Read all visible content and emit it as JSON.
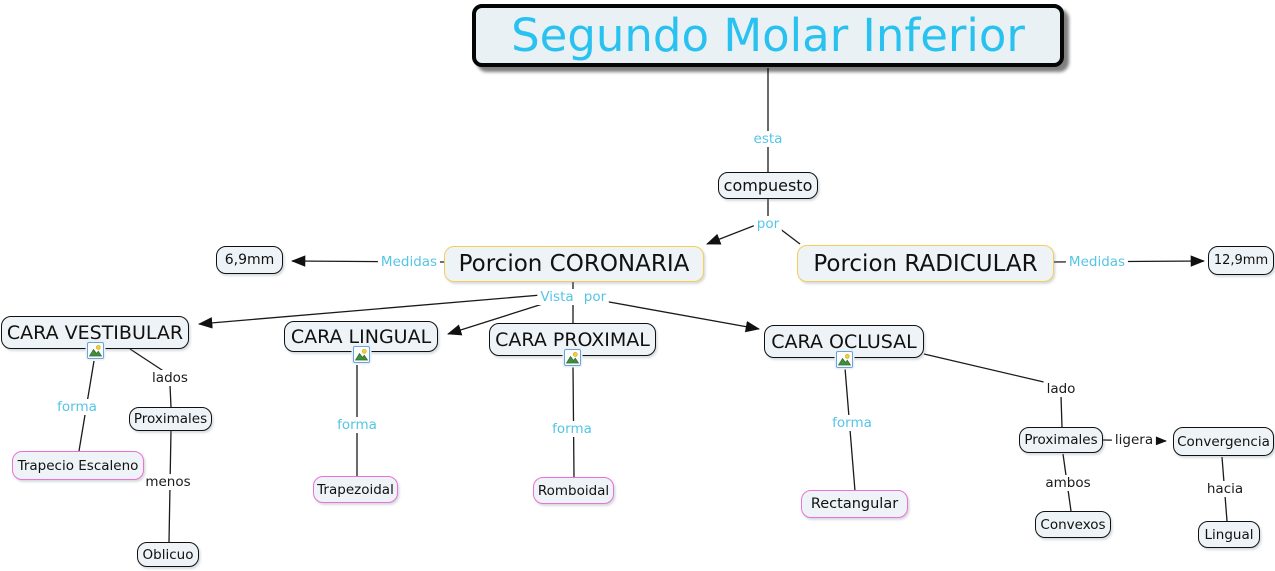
{
  "diagram": {
    "title": "Segundo Molar Inferior",
    "nodes": {
      "compuesto": "compuesto",
      "porcion_coronaria": "Porcion CORONARIA",
      "porcion_radicular": "Porcion RADICULAR",
      "medida_coronaria": "6,9mm",
      "medida_radicular": "12,9mm",
      "cara_vestibular": "CARA VESTIBULAR",
      "cara_lingual": "CARA LINGUAL",
      "cara_proximal": "CARA PROXIMAL",
      "cara_oclusal": "CARA OCLUSAL",
      "trapecio_escaleno": "Trapecio Escaleno",
      "proximales_lados": "Proximales",
      "oblicuo": "Oblicuo",
      "trapezoidal": "Trapezoidal",
      "romboidal": "Romboidal",
      "rectangular": "Rectangular",
      "proximales_lado": "Proximales",
      "convergencia": "Convergencia",
      "convexos": "Convexos",
      "lingual": "Lingual"
    },
    "linking_phrases": {
      "esta": "esta",
      "por": "por",
      "medidas_coronaria": "Medidas",
      "medidas_radicular": "Medidas",
      "vista": "Vista",
      "vista_por": "por",
      "forma_vestibular": "forma",
      "lados": "lados",
      "menos": "menos",
      "forma_lingual": "forma",
      "forma_proximal": "forma",
      "forma_oclusal": "forma",
      "lado": "lado",
      "ligera": "ligera",
      "ambos": "ambos",
      "hacia": "hacia"
    },
    "icons": {
      "resource": "image-icon"
    },
    "colors": {
      "title_text": "#29c2f0",
      "linking_text": "#55c5e5",
      "node_fill": "#edf3f6",
      "accent_yellow": "#f6ce55",
      "accent_pink": "#ee6fd8",
      "line": "#1a1a1a"
    }
  }
}
